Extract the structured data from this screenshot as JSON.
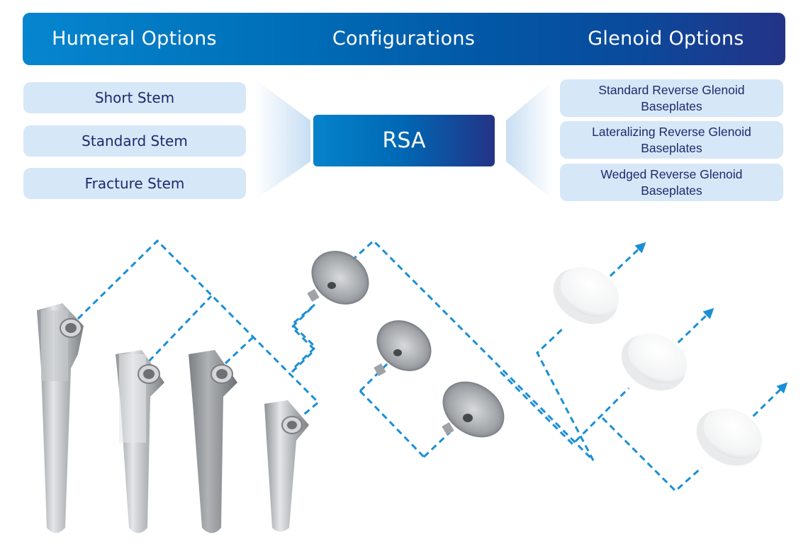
{
  "header": {
    "humeral_title": "Humeral Options",
    "configurations_title": "Configurations",
    "glenoid_title": "Glenoid Options"
  },
  "humeral_options": [
    {
      "label": "Short Stem"
    },
    {
      "label": "Standard Stem"
    },
    {
      "label": "Fracture Stem"
    }
  ],
  "configuration": {
    "label": "RSA"
  },
  "glenoid_options": [
    {
      "line1": "Standard Reverse Glenoid",
      "line2": "Baseplates"
    },
    {
      "line1": "Lateralizing Reverse Glenoid",
      "line2": "Baseplates"
    },
    {
      "line1": "Wedged Reverse Glenoid",
      "line2": "Baseplates"
    }
  ],
  "colors": {
    "header_start": "#0686cf",
    "header_end": "#243387",
    "option_bg": "#d6e7f7",
    "option_text": "#1e2a6e",
    "connector": "#1a8fd6"
  },
  "components": {
    "humeral_stems": [
      "stem-fracture",
      "stem-standard-1",
      "stem-standard-2",
      "stem-short"
    ],
    "humeral_trays": [
      "tray-1",
      "tray-2",
      "tray-3"
    ],
    "glenospheres": [
      "glenosphere-1",
      "glenosphere-2",
      "glenosphere-3"
    ]
  }
}
